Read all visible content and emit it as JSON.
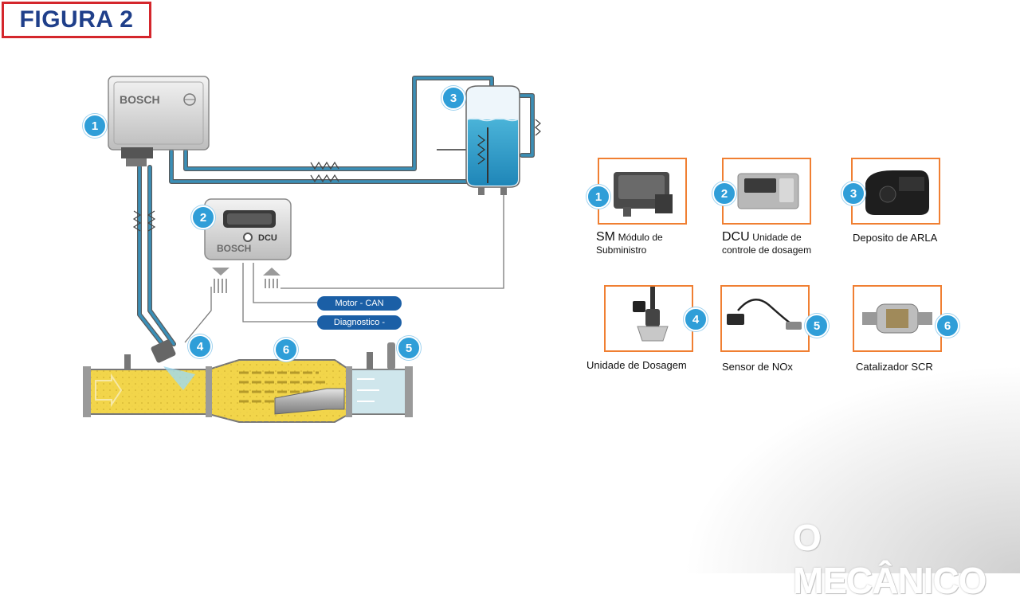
{
  "figure_label": "FIGURA 2",
  "diagram": {
    "sm_brand": "BOSCH",
    "dcu_brand": "BOSCH",
    "dcu_text": "DCU",
    "can_motor": "Motor - CAN",
    "can_diag": "Diagnostico - CAN",
    "markers": [
      "1",
      "2",
      "3",
      "4",
      "5",
      "6"
    ]
  },
  "components": [
    {
      "num": "1",
      "abbr": "SM",
      "label": "Módulo de",
      "label2": "Subministro"
    },
    {
      "num": "2",
      "abbr": "DCU",
      "label": "Unidade de",
      "label2": "controle de dosagem"
    },
    {
      "num": "3",
      "label": "Deposito de ARLA"
    },
    {
      "num": "4",
      "label": "Unidade de Dosagem"
    },
    {
      "num": "5",
      "label": "Sensor de NOx"
    },
    {
      "num": "6",
      "label": "Catalizador SCR"
    }
  ],
  "watermark": "O MECÂNICO",
  "colors": {
    "frame_red": "#d4262c",
    "title_blue": "#1f3f8a",
    "marker_blue": "#2f9ed8",
    "pipe_blue": "#3a8fb7",
    "card_orange": "#f07f32",
    "can_tag": "#1b5fa6",
    "exhaust_yellow": "#f2d54a"
  }
}
